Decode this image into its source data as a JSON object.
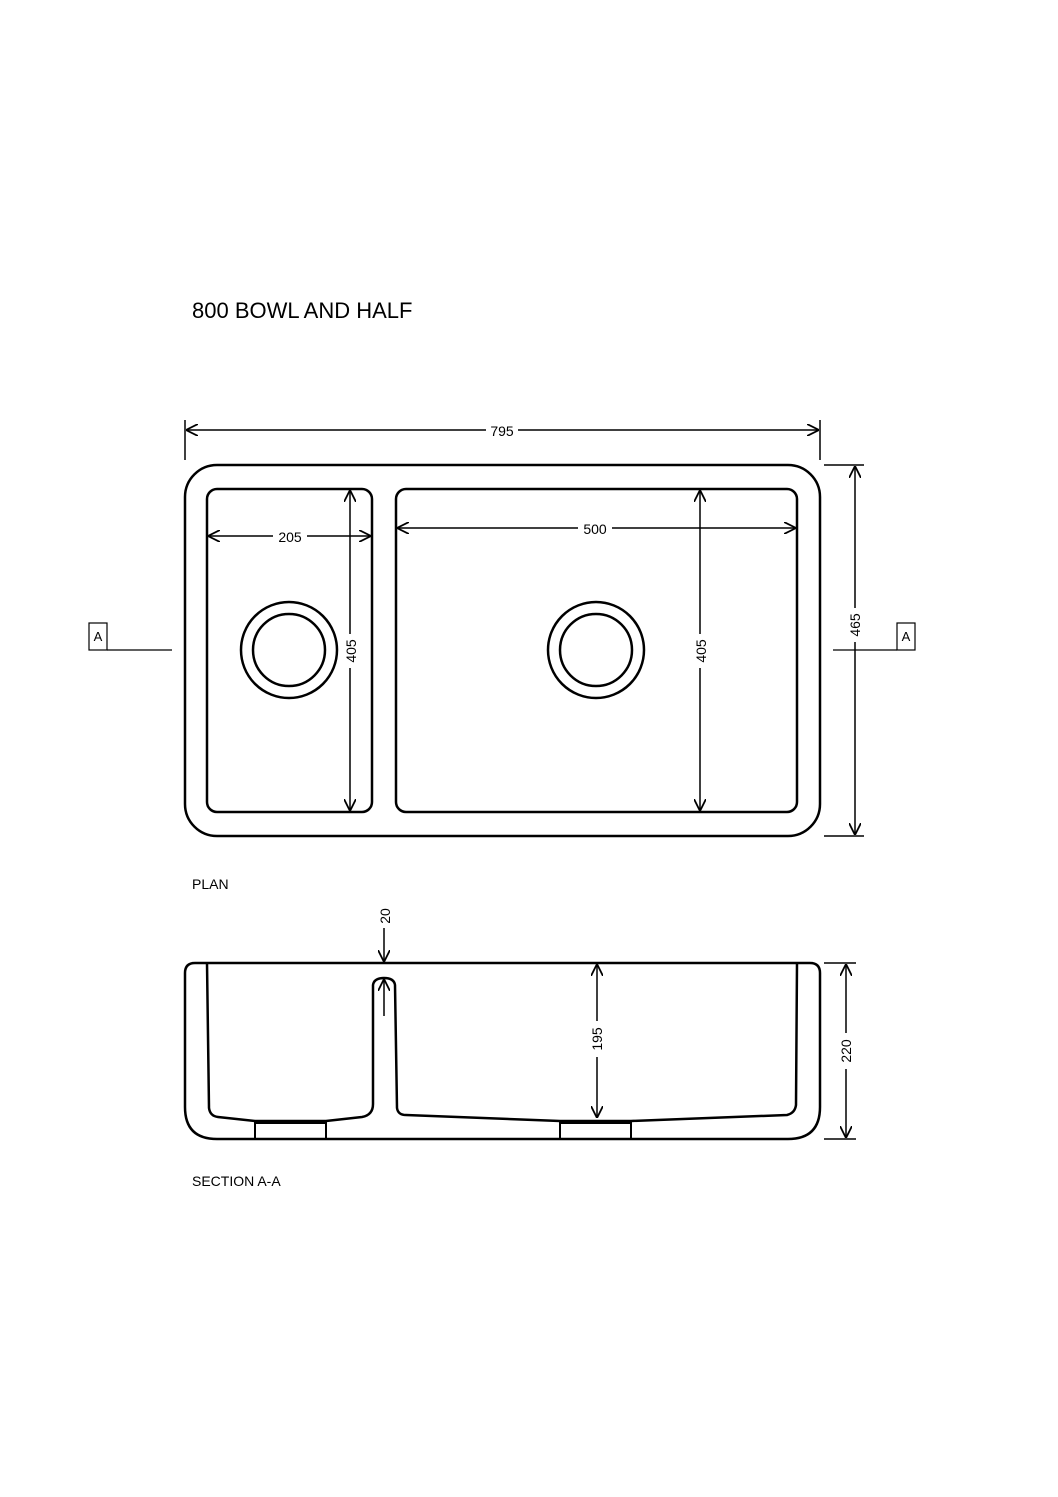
{
  "title": "800 BOWL AND HALF",
  "views": {
    "plan_label": "PLAN",
    "section_label": "SECTION A-A"
  },
  "section_marker": "A",
  "dimensions": {
    "overall_width": "795",
    "overall_depth": "465",
    "small_bowl_width": "205",
    "small_bowl_length": "405",
    "large_bowl_width": "500",
    "large_bowl_length": "405",
    "divider_drop": "20",
    "bowl_depth": "195",
    "overall_height": "220"
  }
}
